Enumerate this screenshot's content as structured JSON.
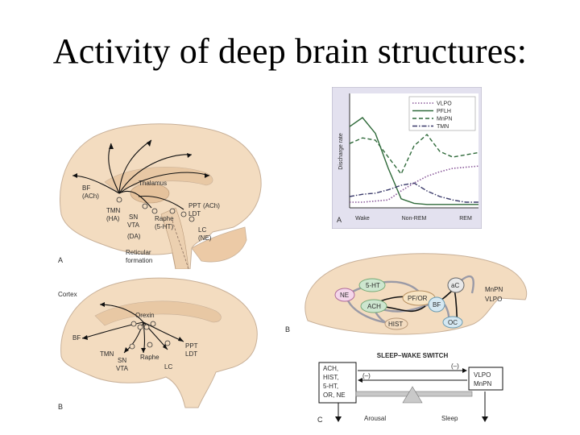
{
  "title": "Activity of deep brain structures:",
  "panel_a": {
    "letter": "A",
    "labels": {
      "thalamus": "Thalamus",
      "bf": "BF",
      "bf_sub": "(ACh)",
      "tmn": "TMN",
      "tmn_sub": "(HA)",
      "sn": "SN",
      "vta": "VTA",
      "da": "(DA)",
      "raphe": "Raphe",
      "raphe_sub": "(5-HT)",
      "ppt": "PPT",
      "ppt_sub": "(ACh)",
      "ldt": "LDT",
      "lc": "LC",
      "lc_sub": "(NE)",
      "reticular": "Reticular",
      "formation": "formation"
    }
  },
  "panel_b_left": {
    "letter": "B",
    "labels": {
      "cortex": "Cortex",
      "orexin": "Orexin",
      "bf": "BF",
      "tmn": "TMN",
      "sn": "SN",
      "vta": "VTA",
      "raphe": "Raphe",
      "ppt": "PPT",
      "ldt": "LDT",
      "lc": "LC"
    }
  },
  "panel_b_right": {
    "letter": "B",
    "nodes": {
      "ht": "5-HT",
      "ne": "NE",
      "ach": "ACH",
      "pfor": "PF/OR",
      "bf": "BF",
      "hist": "HIST",
      "oc": "OC",
      "ac": "aC"
    },
    "mnpn": "MnPN",
    "vlpo": "VLPO"
  },
  "panel_c": {
    "letter": "C",
    "title": "SLEEP–WAKE SWITCH",
    "left_box": [
      "ACH,",
      "HIST,",
      "5-HT,",
      "OR, NE"
    ],
    "right_box": [
      "VLPO",
      "MnPN"
    ],
    "inhibit_left": "(–)",
    "inhibit_right": "(–)",
    "arousal": "Arousal",
    "sleep": "Sleep"
  },
  "chart_data": {
    "type": "line",
    "ylabel": "Discharge rate",
    "categories": [
      "Wake",
      "Non-REM",
      "REM"
    ],
    "panel_letter": "A",
    "x": [
      0,
      0.1,
      0.2,
      0.3,
      0.4,
      0.5,
      0.6,
      0.7,
      0.8,
      0.9,
      1.0
    ],
    "series": [
      {
        "name": "VLPO",
        "style": "dotted",
        "color": "#8a5a9a",
        "values": [
          0.05,
          0.05,
          0.06,
          0.07,
          0.15,
          0.22,
          0.28,
          0.32,
          0.35,
          0.36,
          0.37
        ]
      },
      {
        "name": "PFLH",
        "style": "solid",
        "color": "#2f6a3a",
        "values": [
          0.72,
          0.8,
          0.66,
          0.35,
          0.08,
          0.04,
          0.03,
          0.03,
          0.03,
          0.03,
          0.03
        ]
      },
      {
        "name": "MnPN",
        "style": "dashed",
        "color": "#2f6a3a",
        "values": [
          0.57,
          0.62,
          0.6,
          0.45,
          0.3,
          0.55,
          0.65,
          0.5,
          0.45,
          0.47,
          0.49
        ]
      },
      {
        "name": "TMN",
        "style": "dashdot",
        "color": "#3a3a6a",
        "values": [
          0.1,
          0.12,
          0.13,
          0.16,
          0.2,
          0.22,
          0.15,
          0.1,
          0.07,
          0.05,
          0.05
        ]
      }
    ],
    "legend_position": "top-right"
  }
}
